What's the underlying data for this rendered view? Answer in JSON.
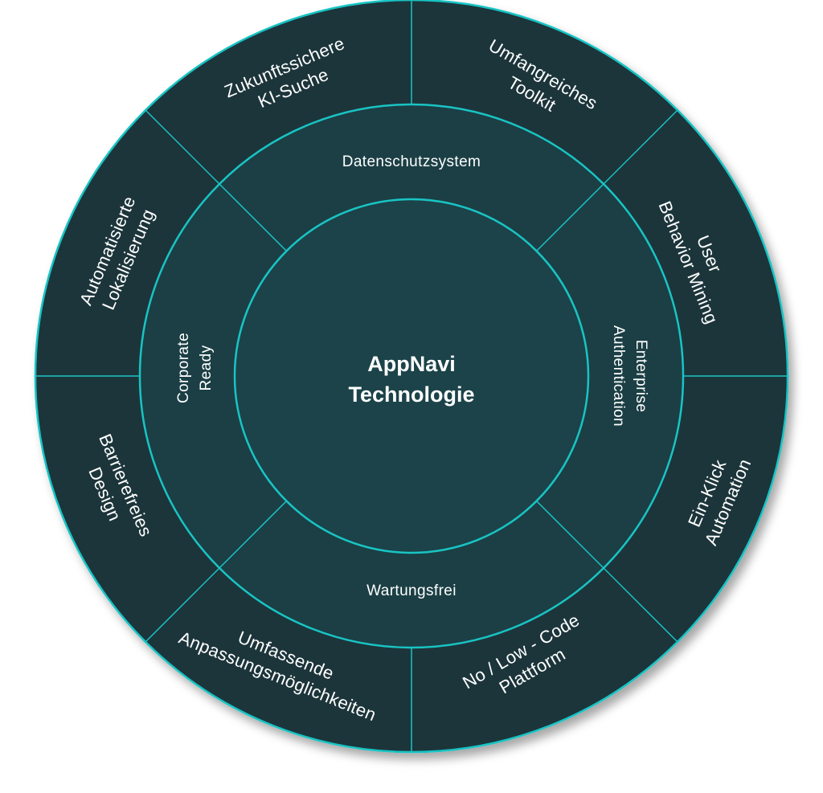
{
  "center": {
    "line1": "AppNavi",
    "line2": "Technologie"
  },
  "middle_ring": [
    {
      "id": "datenschutz",
      "lines": [
        "Datenschutzsystem"
      ]
    },
    {
      "id": "enterprise",
      "lines": [
        "Enterprise",
        "Authentication"
      ]
    },
    {
      "id": "wartung",
      "lines": [
        "Wartungsfrei"
      ]
    },
    {
      "id": "corporate",
      "lines": [
        "Corporate",
        "Ready"
      ]
    }
  ],
  "outer_ring": [
    {
      "id": "toolkit",
      "lines": [
        "Umfangreiches",
        "Toolkit"
      ]
    },
    {
      "id": "behavior",
      "lines": [
        "User",
        "Behavior Mining"
      ]
    },
    {
      "id": "automation",
      "lines": [
        "Ein-Klick",
        "Automation"
      ]
    },
    {
      "id": "nolowcode",
      "lines": [
        "No / Low - Code",
        "Plattform"
      ]
    },
    {
      "id": "anpassung",
      "lines": [
        "Umfassende",
        "Anpassungsmöglichkeiten"
      ]
    },
    {
      "id": "barriere",
      "lines": [
        "Barrierefreies",
        "Design"
      ]
    },
    {
      "id": "lokalisierung",
      "lines": [
        "Automatisierte",
        "Lokalisierung"
      ]
    },
    {
      "id": "kisuche",
      "lines": [
        "Zukunftssichere",
        "KI-Suche"
      ]
    }
  ],
  "colors": {
    "outer_fill": "#1f343a",
    "middle_fill": "#1b3f45",
    "inner_fill": "#1b4349",
    "stroke": "#19c4c4",
    "text": "#ffffff"
  }
}
